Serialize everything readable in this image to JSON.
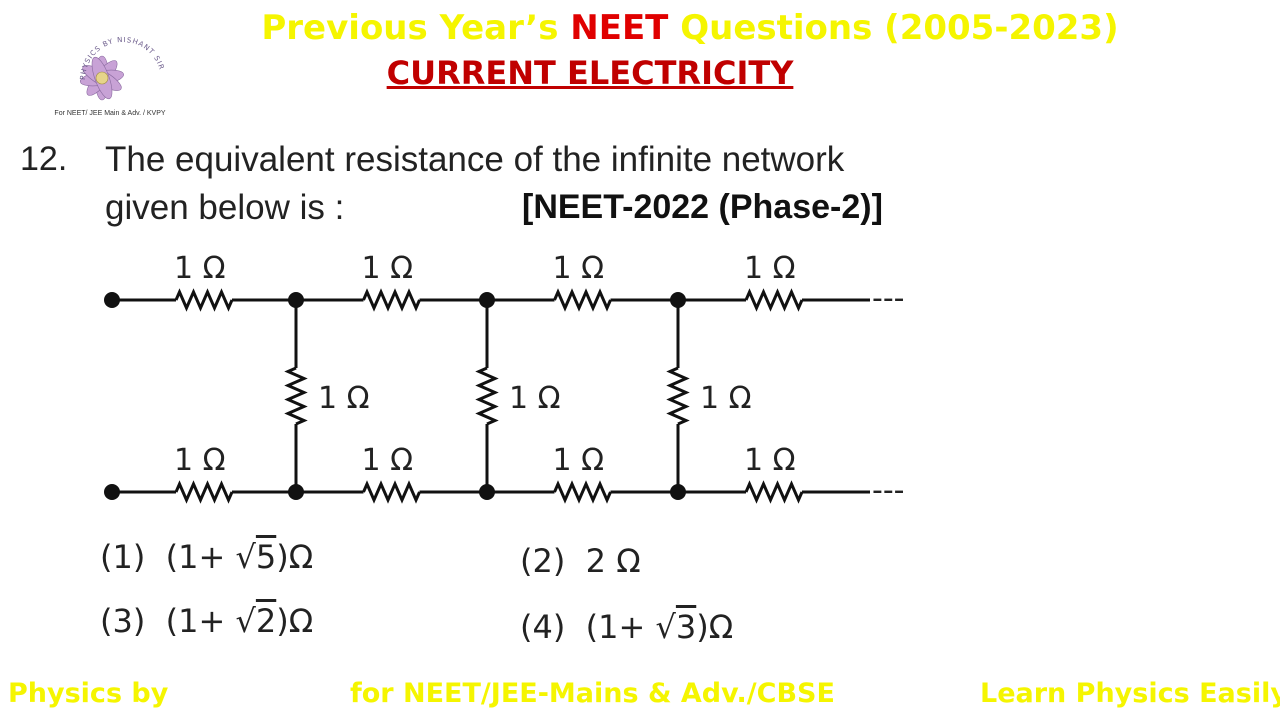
{
  "header": {
    "title_pre": "Previous Year’s ",
    "title_highlight": "NEET",
    "title_post": " Questions (2005-2023)",
    "subtitle": "CURRENT ELECTRICITY",
    "logo_text": "PHYSICS BY NISHANT SIR",
    "logo_caption": "For NEET/ JEE Main & Adv. / KVPY"
  },
  "question": {
    "number": "12.",
    "line1": "The equivalent resistance of the infinite network",
    "line2": "given below is :",
    "tag": "[NEET-2022 (Phase-2)]"
  },
  "circuit": {
    "resistor_label": "1 Ω",
    "continuation": "---"
  },
  "options": [
    {
      "num": "(1)",
      "pre": "(1+ √",
      "rad": "5",
      "post": ")Ω"
    },
    {
      "num": "(2)",
      "text": "2 Ω"
    },
    {
      "num": "(3)",
      "pre": "(1+ √",
      "rad": "2",
      "post": ")Ω"
    },
    {
      "num": "(4)",
      "pre": "(1+ √",
      "rad": "3",
      "post": ")Ω"
    }
  ],
  "footer": {
    "left": "Physics by",
    "center": "for NEET/JEE-Mains & Adv./CBSE",
    "right": "Learn Physics Easily"
  },
  "colors": {
    "header_yellow": "#f5f500",
    "neet_red": "#e00000",
    "subtitle_red": "#c00000"
  }
}
